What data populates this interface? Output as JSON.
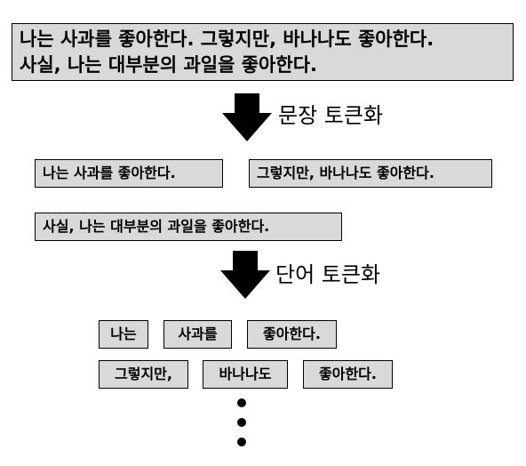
{
  "source_text": {
    "line1": "나는 사과를 좋아한다. 그렇지만, 바나나도 좋아한다.",
    "line2": "사실, 나는 대부분의 과일을 좋아한다."
  },
  "step1_label": "문장 토큰화",
  "sentences": [
    "나는 사과를 좋아한다.",
    "그렇지만, 바나나도 좋아한다.",
    "사실, 나는 대부분의 과일을 좋아한다."
  ],
  "step2_label": "단어 토큰화",
  "tokens": [
    "나는",
    "사과를",
    "좋아한다.",
    "그렇지만,",
    "바나나도",
    "좋아한다."
  ],
  "colors": {
    "box_fill": "#d9d9d9",
    "box_border": "#000000",
    "arrow": "#000000"
  },
  "icons": {
    "arrow": "down-arrow-icon",
    "continuation": "ellipsis-dots-icon"
  }
}
